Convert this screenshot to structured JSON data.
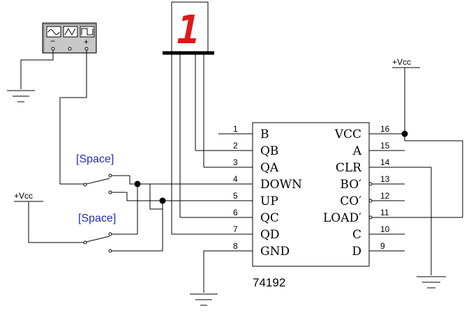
{
  "chip": {
    "part_number": "74192",
    "left_pins": [
      {
        "num": "1",
        "name": "B"
      },
      {
        "num": "2",
        "name": "QB"
      },
      {
        "num": "3",
        "name": "QA"
      },
      {
        "num": "4",
        "name": "DOWN"
      },
      {
        "num": "5",
        "name": "UP"
      },
      {
        "num": "6",
        "name": "QC"
      },
      {
        "num": "7",
        "name": "QD"
      },
      {
        "num": "8",
        "name": "GND"
      }
    ],
    "right_pins": [
      {
        "num": "16",
        "name": "VCC"
      },
      {
        "num": "15",
        "name": "A"
      },
      {
        "num": "14",
        "name": "CLR"
      },
      {
        "num": "13",
        "name": "BO′"
      },
      {
        "num": "12",
        "name": "CO′"
      },
      {
        "num": "11",
        "name": "LOAD′"
      },
      {
        "num": "10",
        "name": "C"
      },
      {
        "num": "9",
        "name": "D"
      }
    ]
  },
  "display": {
    "digit": "1",
    "color": "#e01818"
  },
  "supplies": {
    "left_vcc": "+Vcc",
    "right_vcc": "+Vcc"
  },
  "switches": [
    {
      "key_label": "[Space]"
    },
    {
      "key_label": "[Space]"
    }
  ],
  "colors": {
    "switch_label": "#1f2fb0",
    "wire": "#000000"
  }
}
